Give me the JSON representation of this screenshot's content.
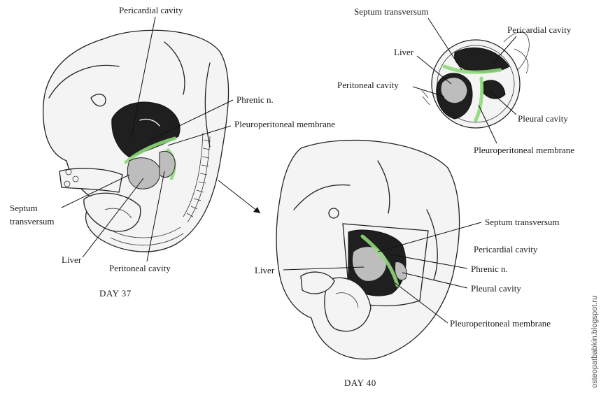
{
  "day37": {
    "caption": "DAY 37",
    "labels": {
      "pericardial_cavity": "Pericardial cavity",
      "phrenic_n": "Phrenic n.",
      "pleuroperitoneal_membrane": "Pleuroperitoneal membrane",
      "septum_line1": "Septum",
      "septum_line2": "transversum",
      "liver": "Liver",
      "peritoneal_cavity": "Peritoneal cavity"
    }
  },
  "section": {
    "labels": {
      "septum_transversum": "Septum transversum",
      "pericardial_cavity": "Pericardial cavity",
      "liver": "Liver",
      "peritoneal_cavity": "Peritoneal cavity",
      "pleural_cavity": "Pleural cavity",
      "pleuroperitoneal_membrane": "Pleuroperitoneal membrane"
    }
  },
  "day40": {
    "caption": "DAY 40",
    "labels": {
      "septum_transversum": "Septum transversum",
      "pericardial_cavity": "Pericardial cavity",
      "liver": "Liver",
      "phrenic_n": "Phrenic n.",
      "pleural_cavity": "Pleural cavity",
      "pleuroperitoneal_membrane": "Pleuroperitoneal membrane"
    }
  },
  "watermark": "osteopatbabkin.blogspot.ru",
  "colors": {
    "highlight": "#8fd97a",
    "ink": "#222222",
    "cavity": "#1f1f1f"
  }
}
